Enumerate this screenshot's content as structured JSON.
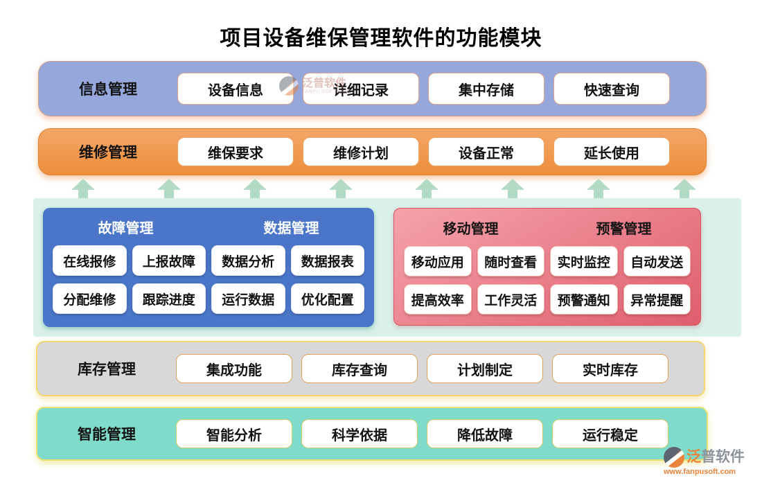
{
  "title": "项目设备维保管理软件的功能模块",
  "bands": {
    "info": {
      "label": "信息管理",
      "buttons": [
        "设备信息",
        "详细记录",
        "集中存储",
        "快速查询"
      ]
    },
    "repair": {
      "label": "维修管理",
      "buttons": [
        "维保要求",
        "维修计划",
        "设备正常",
        "延长使用"
      ]
    },
    "inventory": {
      "label": "库存管理",
      "buttons": [
        "集成功能",
        "库存查询",
        "计划制定",
        "实时库存"
      ]
    },
    "smart": {
      "label": "智能管理",
      "buttons": [
        "智能分析",
        "科学依据",
        "降低故障",
        "运行稳定"
      ]
    }
  },
  "panels": {
    "fault_data": {
      "headers": [
        "故障管理",
        "数据管理"
      ],
      "buttons": [
        "在线报修",
        "上报故障",
        "数据分析",
        "数据报表",
        "分配维修",
        "跟踪进度",
        "运行数据",
        "优化配置"
      ]
    },
    "mobile_alert": {
      "headers": [
        "移动管理",
        "预警管理"
      ],
      "buttons": [
        "移动应用",
        "随时查看",
        "实时监控",
        "自动发送",
        "提高效率",
        "工作灵活",
        "预警通知",
        "异常提醒"
      ]
    }
  },
  "brand": {
    "name": "泛普软件",
    "subtitle": "FANPU SOFTWARE",
    "url": "www.fanpusoft.com"
  },
  "colors": {
    "band_info": "#95a7db",
    "band_repair": "#ee8e3b",
    "panel_fault_data": "#4a75c8",
    "panel_mobile_alert": "#e05e6d",
    "band_inventory": "#d8d8d8",
    "band_smart": "#80dcca",
    "yellow_border": "#f2d76f",
    "arrow": "#b3dac5",
    "mint_strip": "#d9f1e9",
    "brand_orange": "#e8833a"
  }
}
